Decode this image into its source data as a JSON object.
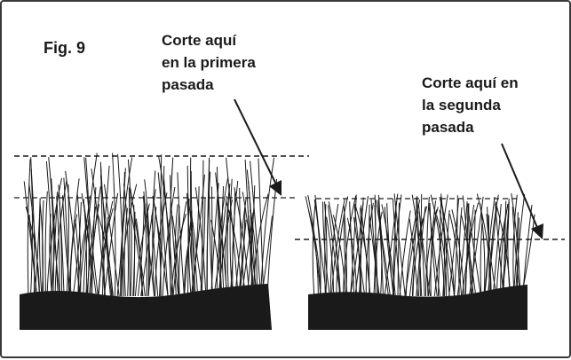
{
  "figure": {
    "number": "Fig. 9",
    "callout_first_pass": [
      "Corte aquí",
      "en la primera",
      "pasada"
    ],
    "callout_second_pass": [
      "Corte aquí en",
      "la segunda",
      "pasada"
    ]
  },
  "colors": {
    "ink": "#1a1a1a",
    "soil": "#1a1a1a",
    "border": "#3a3a3a",
    "background": "#ffffff"
  }
}
